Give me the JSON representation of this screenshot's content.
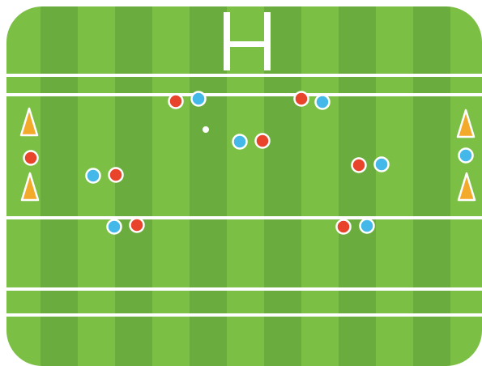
{
  "colors": {
    "stripe_light": "#7cbf45",
    "stripe_dark": "#6aac3d",
    "line": "#ffffff",
    "team_red": "#e8442b",
    "team_blue": "#45b8ea",
    "cone": "#f3a92a",
    "ball": "#ffffff"
  },
  "stripe_count": 13,
  "posts": {
    "type": "rugby-goal-posts"
  },
  "field_lines": [
    "line-1",
    "line-2",
    "line-3",
    "line-4",
    "line-5"
  ],
  "players": [
    {
      "team": "red"
    },
    {
      "team": "blue"
    },
    {
      "team": "red"
    },
    {
      "team": "blue"
    },
    {
      "team": "blue"
    },
    {
      "team": "red"
    },
    {
      "team": "blue"
    },
    {
      "team": "red"
    },
    {
      "team": "red"
    },
    {
      "team": "blue"
    },
    {
      "team": "blue"
    },
    {
      "team": "red"
    },
    {
      "team": "red"
    },
    {
      "team": "blue"
    },
    {
      "team": "red"
    },
    {
      "team": "blue"
    }
  ],
  "cones": [
    {
      "side": "left"
    },
    {
      "side": "left"
    },
    {
      "side": "right"
    },
    {
      "side": "right"
    }
  ],
  "ball": {
    "icon": "ball-icon"
  }
}
